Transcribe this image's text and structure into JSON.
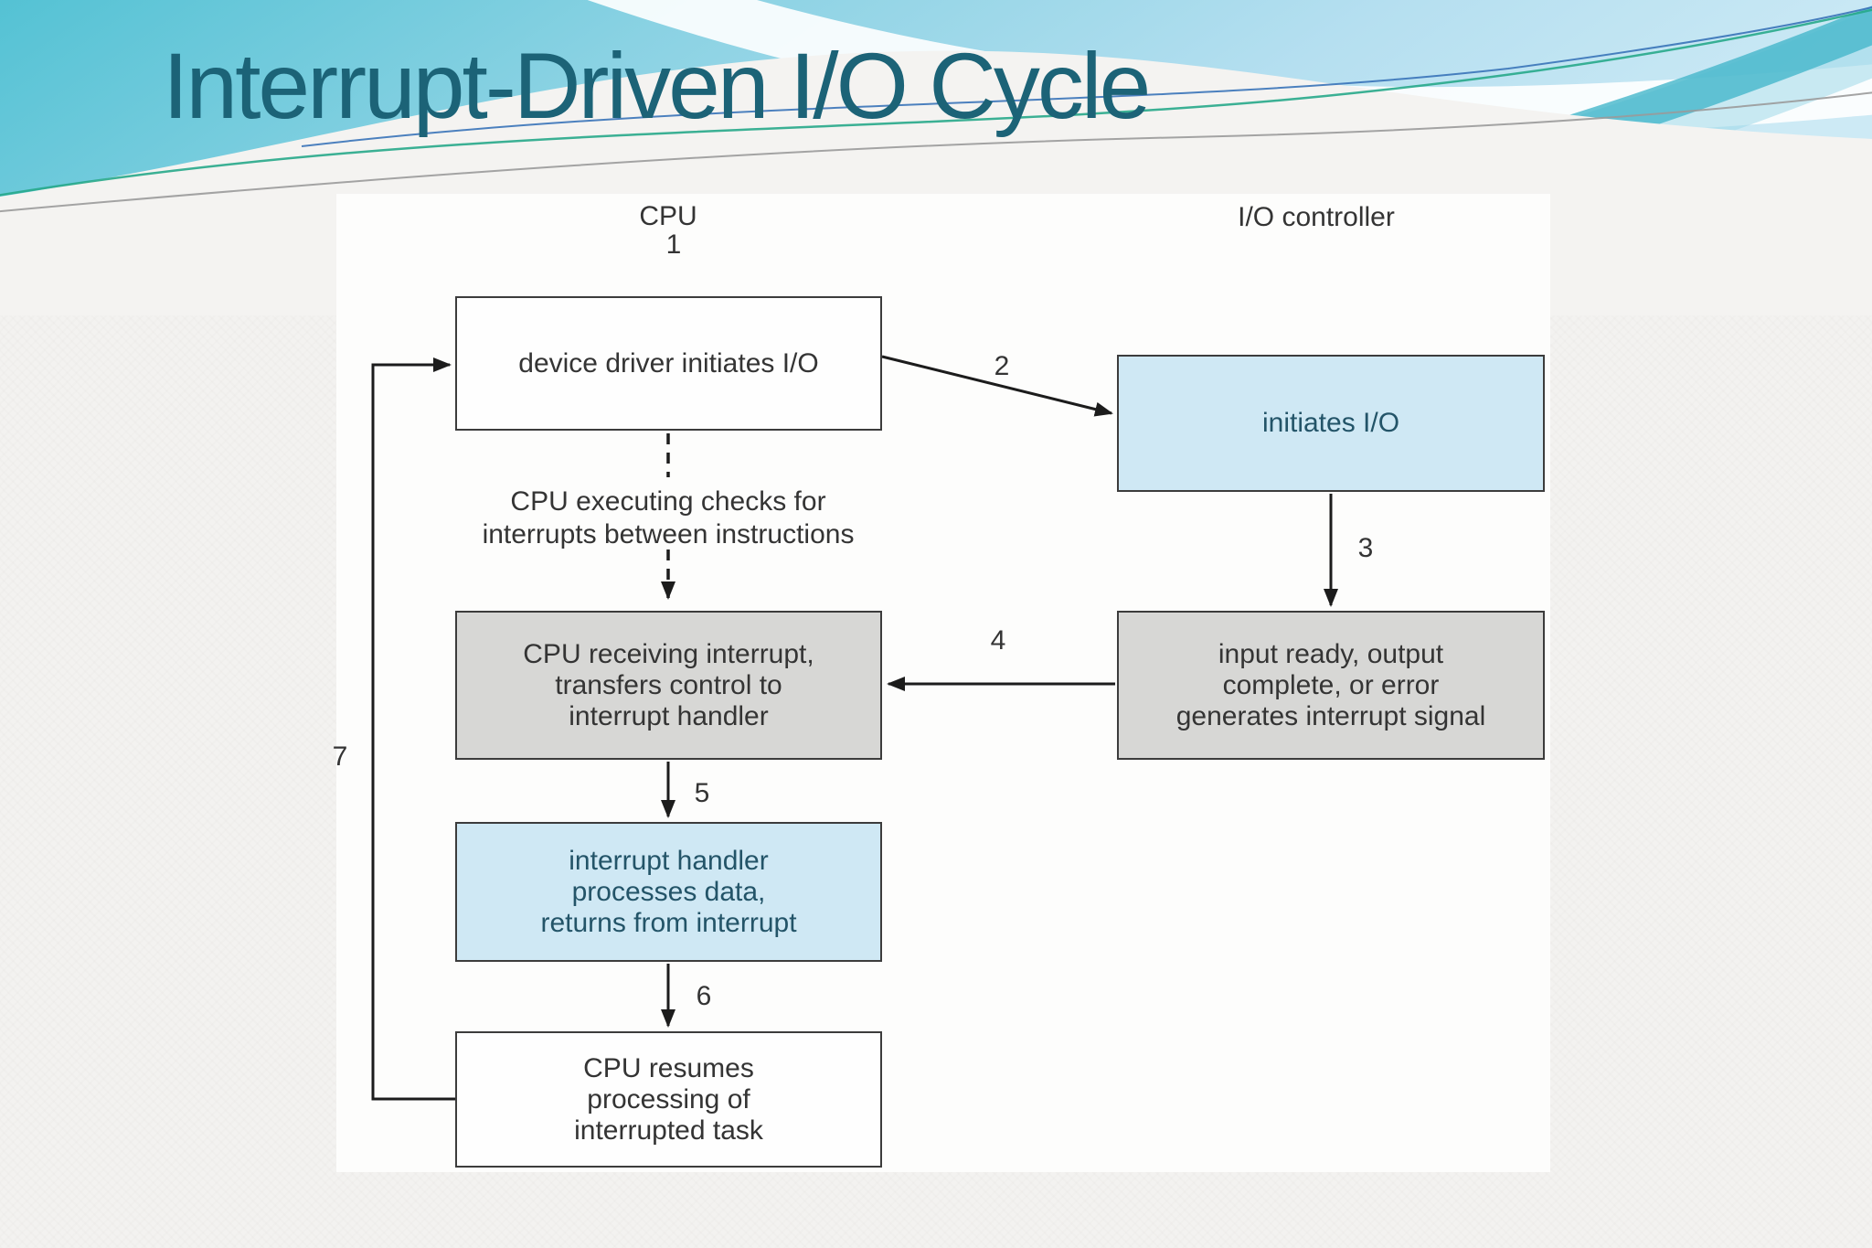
{
  "slide": {
    "title": "Interrupt-Driven I/O Cycle"
  },
  "diagram": {
    "headers": {
      "cpu": "CPU",
      "io_controller": "I/O controller"
    },
    "nodes": {
      "device_driver": {
        "text": "device driver initiates I/O"
      },
      "initiates_io": {
        "text": "initiates I/O"
      },
      "cpu_receiving": {
        "text": "CPU receiving interrupt,\ntransfers control to\ninterrupt handler"
      },
      "input_ready": {
        "text": "input ready, output\ncomplete, or error\ngenerates interrupt signal"
      },
      "interrupt_handler": {
        "text": "interrupt handler\nprocesses data,\nreturns from interrupt"
      },
      "cpu_resumes": {
        "text": "CPU resumes\nprocessing of\ninterrupted task"
      }
    },
    "note": {
      "text": "CPU executing checks for\ninterrupts between instructions"
    },
    "steps": {
      "s1": "1",
      "s2": "2",
      "s3": "3",
      "s4": "4",
      "s5": "5",
      "s6": "6",
      "s7": "7"
    }
  },
  "colors": {
    "title_teal": "#1c6377",
    "box_blue_fill": "#cfe8f4",
    "box_gray_fill": "#d7d7d5",
    "box_white_fill": "#fefefe",
    "box_border": "#3c3c3c",
    "box_text_dark": "#343434",
    "box_text_teal": "#235468",
    "arrow_black": "#1c1c1c",
    "banner_cyan": "#5ec7d7",
    "banner_light_blue": "#c3e6f2",
    "page_bg": "#f3f2f0",
    "panel_bg": "#fdfdfc"
  }
}
